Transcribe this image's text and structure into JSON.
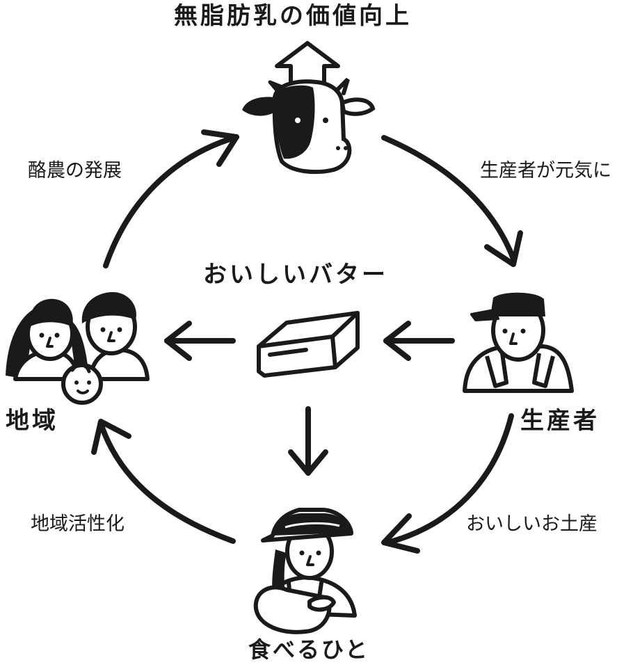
{
  "title": "無脂肪乳の価値向上",
  "center": {
    "label": "おいしいバター",
    "icon": "butter-block-icon"
  },
  "nodes": {
    "top": {
      "icon": "cow-icon"
    },
    "right": {
      "label": "生産者",
      "icon": "farmer-with-cap-icon"
    },
    "bottom": {
      "label": "食べるひと",
      "icon": "consumer-with-hat-icon"
    },
    "left": {
      "label": "地域",
      "icon": "family-icon"
    }
  },
  "cycle": {
    "top_to_right": "生産者が元気に",
    "right_to_bottom": "おいしいお土産",
    "bottom_to_left": "地域活性化",
    "left_to_top": "酪農の発展"
  },
  "colors": {
    "ink": "#1a1a1a",
    "background": "#ffffff"
  }
}
